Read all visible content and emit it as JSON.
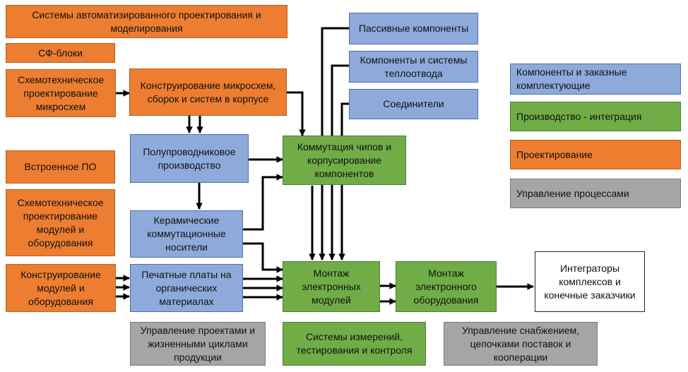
{
  "nodes": {
    "cad": "Системы автоматизированного проектирования и моделирования",
    "sf_blocks": "СФ-блоки",
    "schem_ic": "Схемотехническое проектирование микросхем",
    "embedded_sw": "Встроенное ПО",
    "schem_modules": "Схемотехническое проектирование модулей и оборудования",
    "design_modules": "Конструирование модулей и оборудования",
    "design_ic": "Конструирование микросхем, сборок и систем в корпусе",
    "semiconductor": "Полупроводниковое производство",
    "ceramic": "Керамические коммутационные носители",
    "pcb": "Печатные платы на органических материалах",
    "passive": "Пассивные компоненты",
    "thermal": "Компоненты и системы теплоотвода",
    "connectors": "Соединители",
    "chip_switching": "Коммутация чипов и корпусирование компонентов",
    "module_assembly": "Монтаж электронных модулей",
    "equipment_assembly": "Монтаж электронного оборудования",
    "integrators": "Интеграторы комплексов и конечные заказчики",
    "pm_lifecycle": "Управление проектами и жизненными циклами продукции",
    "measurement": "Системы измерений, тестирования и контроля",
    "supply_mgmt": "Управление снабжением, цепочками поставок и кооперации"
  },
  "legend": {
    "components": "Компоненты и заказные комплектующие",
    "production": "Производство - интеграция",
    "design": "Проектирование",
    "process_mgmt": "Управление процессами"
  },
  "colors": {
    "design": "#ED7D31",
    "components": "#8EAADB",
    "production": "#70AD47",
    "process_mgmt": "#A5A5A5"
  }
}
